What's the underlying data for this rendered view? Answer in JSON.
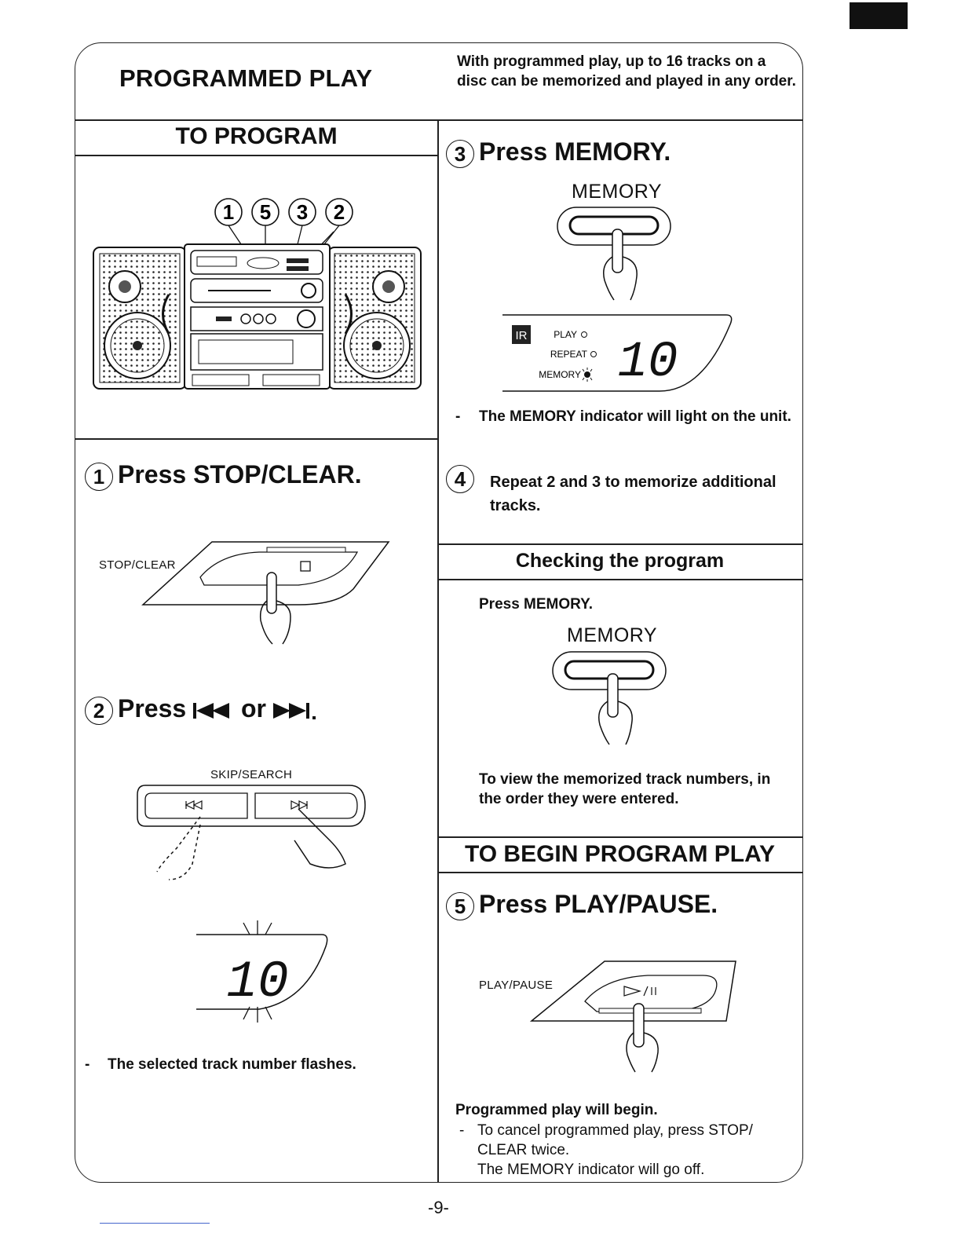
{
  "header": {
    "title": "PROGRAMMED PLAY",
    "intro": "With programmed play, up to 16 tracks on a disc can be memorized and played in any order."
  },
  "to_program": {
    "title": "TO PROGRAM",
    "callouts": [
      "1",
      "5",
      "3",
      "2"
    ]
  },
  "step1": {
    "num": "1",
    "title": "Press STOP/CLEAR.",
    "label": "STOP/CLEAR"
  },
  "step2": {
    "num": "2",
    "title_prefix": "Press",
    "title_mid": "or",
    "label": "SKIP/SEARCH",
    "display": "10",
    "note_dash": "-",
    "note": "The selected track number flashes."
  },
  "step3": {
    "num": "3",
    "title": "Press MEMORY.",
    "label": "MEMORY",
    "display_indicators": [
      "PLAY",
      "REPEAT",
      "MEMORY"
    ],
    "display_badge": "IR",
    "display": "10",
    "note_dash": "-",
    "note": "The MEMORY indicator will light on the unit."
  },
  "step4": {
    "num": "4",
    "text": "Repeat 2 and 3 to memorize additional tracks."
  },
  "checking": {
    "title": "Checking the program",
    "instruction": "Press MEMORY.",
    "label": "MEMORY",
    "note": "To view the memorized track numbers, in the order they were entered."
  },
  "begin": {
    "title": "TO BEGIN PROGRAM PLAY"
  },
  "step5": {
    "num": "5",
    "title": "Press PLAY/PAUSE.",
    "label": "PLAY/PAUSE",
    "result": "Programmed play will begin.",
    "cancel_dash": "-",
    "cancel_line1": "To cancel programmed play, press STOP/",
    "cancel_line2": "CLEAR twice.",
    "cancel_line3": "The MEMORY indicator will go off."
  },
  "footer": {
    "page": "-9-"
  }
}
